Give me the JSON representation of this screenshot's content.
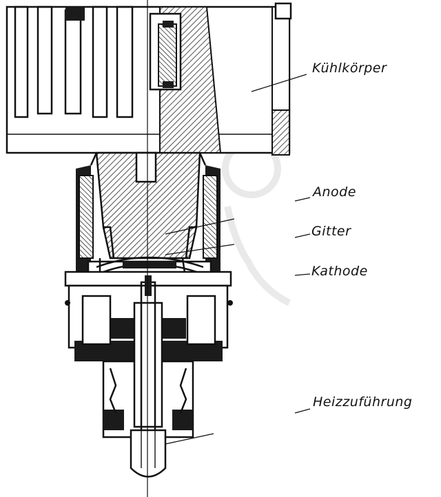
{
  "diagram": {
    "labels": {
      "heatsink": "Kühlkörper",
      "anode": "Anode",
      "grid": "Gitter",
      "cathode": "Kathode",
      "heater_lead": "Heizzuführung"
    },
    "ink_color": "#111111",
    "paper_color": "#ffffff"
  }
}
